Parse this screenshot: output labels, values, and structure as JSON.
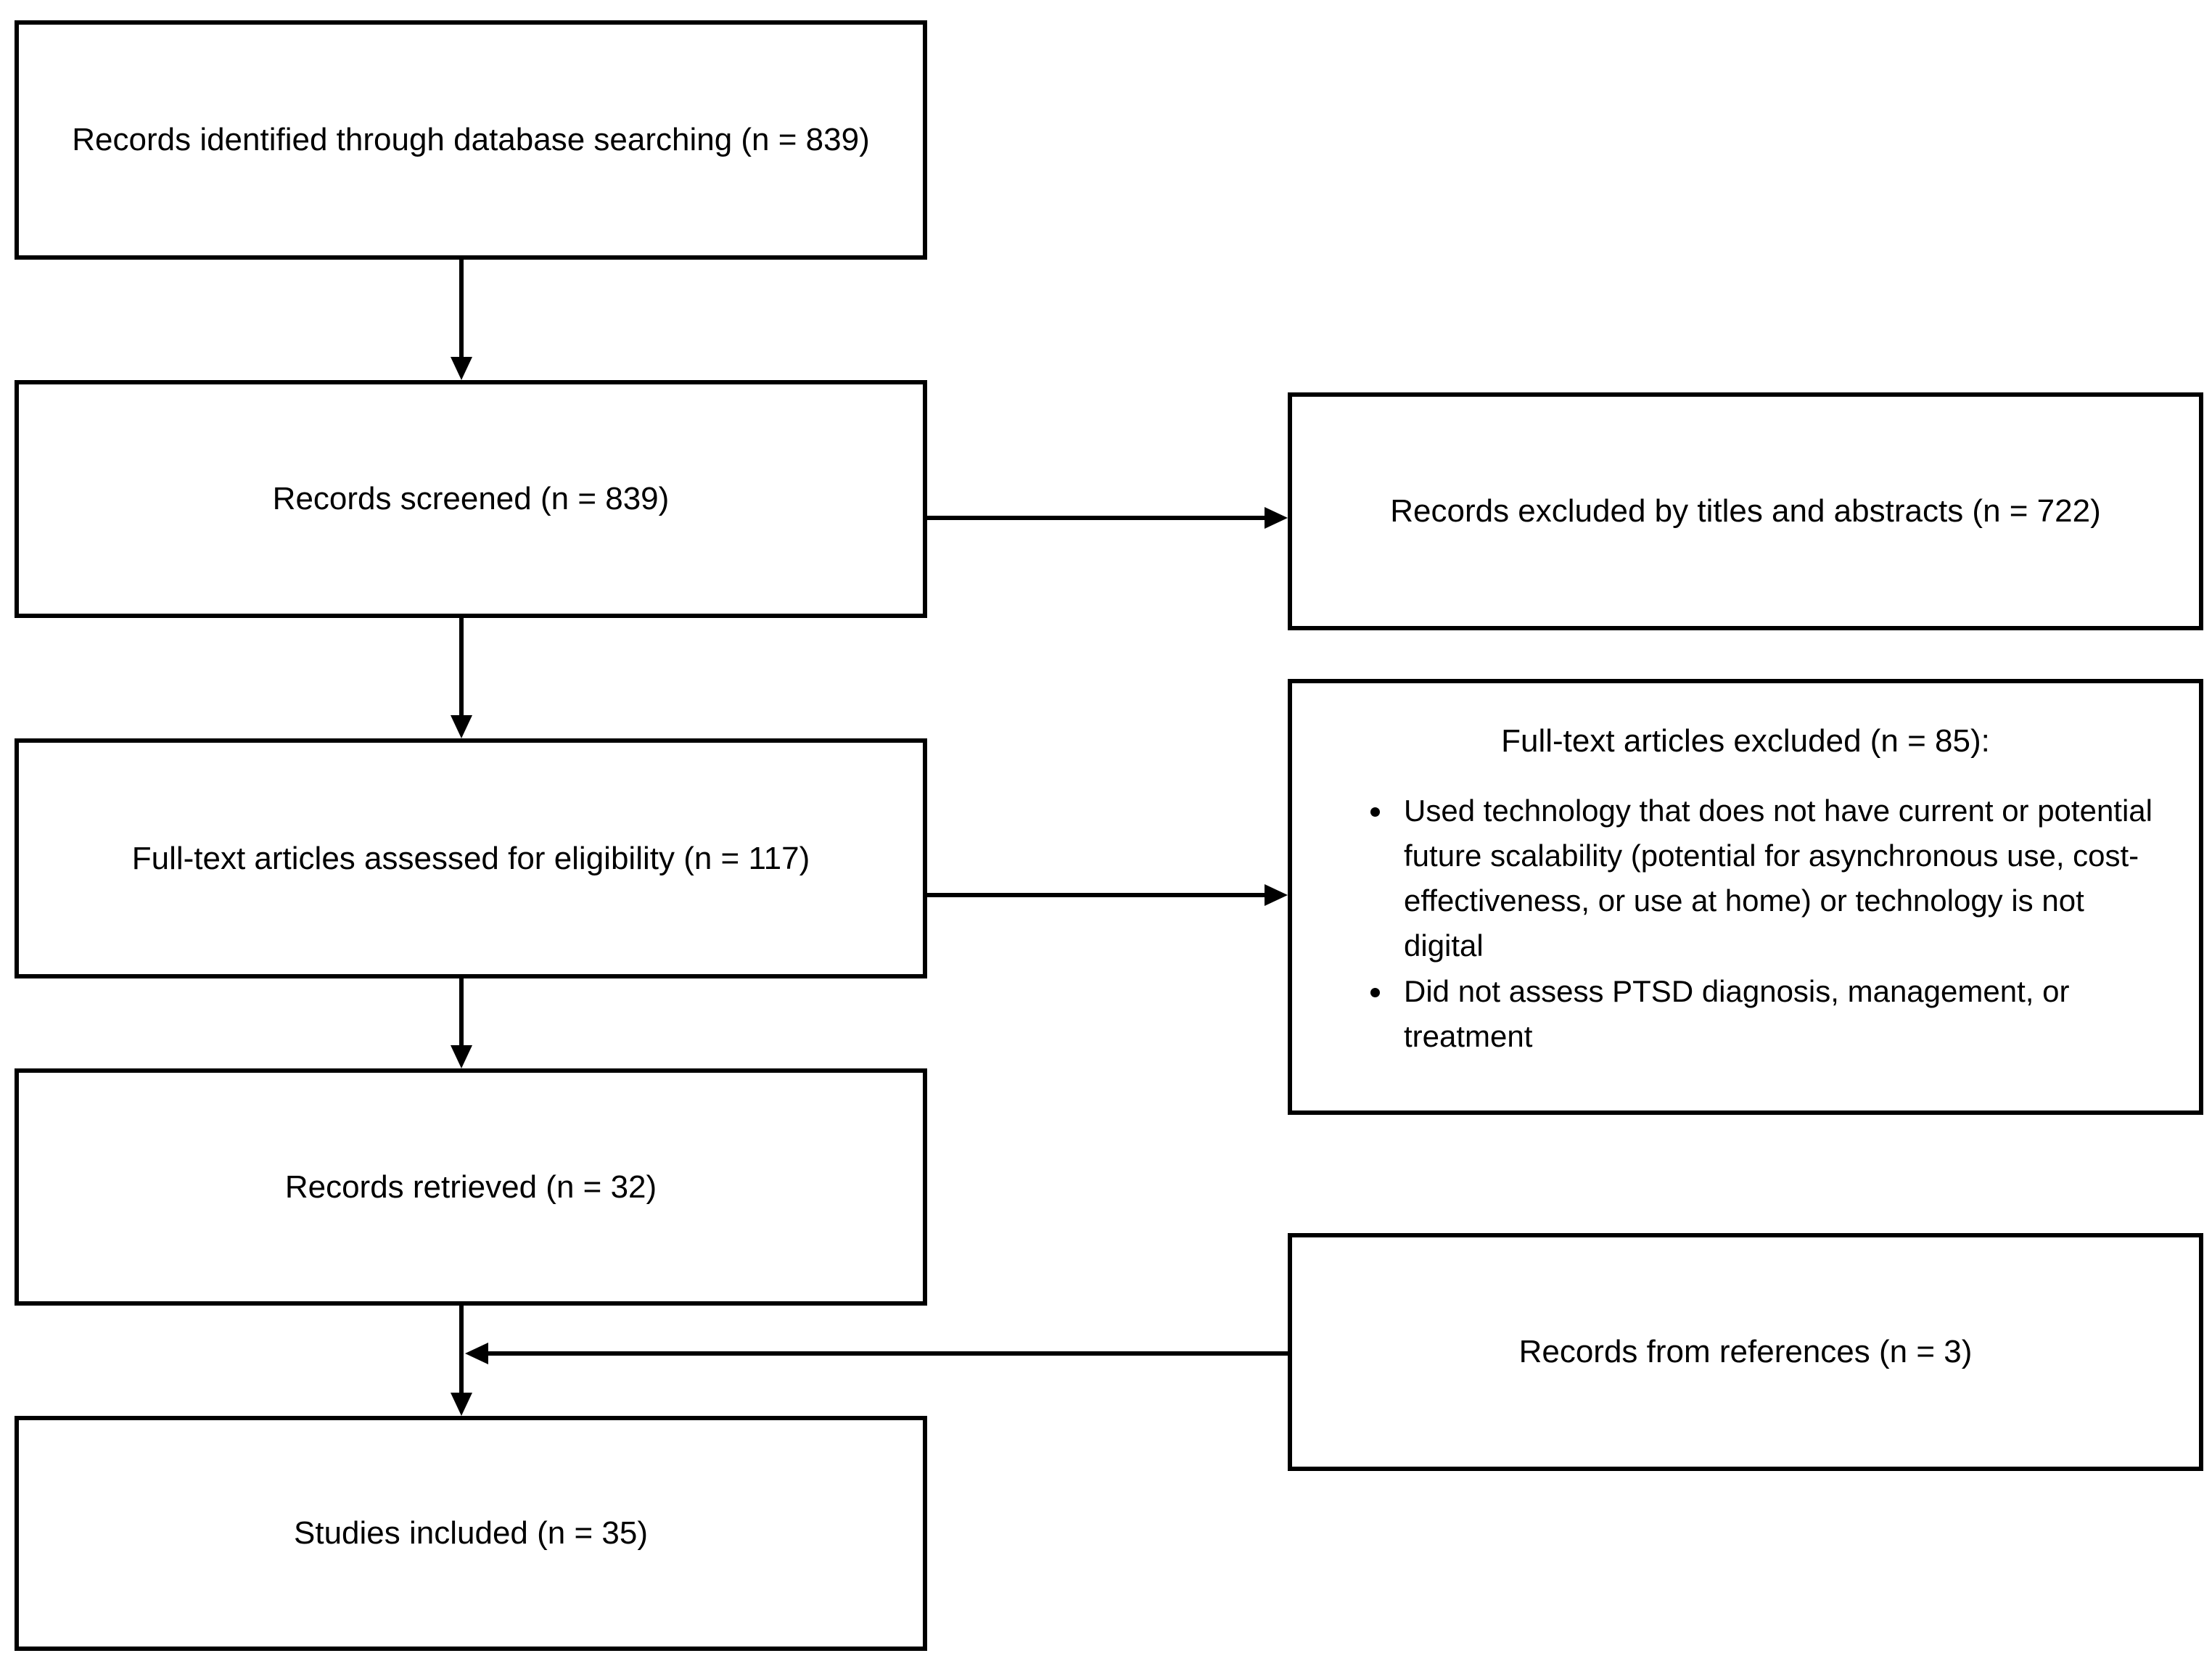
{
  "diagram": {
    "type": "prisma-flow",
    "colors": {
      "background": "#ffffff",
      "box_border": "#000000",
      "text": "#000000",
      "arrow": "#000000"
    },
    "left_boxes": [
      {
        "label": "Records identified through database searching (n = 839)"
      },
      {
        "label": "Records screened (n = 839)"
      },
      {
        "label": "Full-text articles assessed for eligibility (n = 117)"
      },
      {
        "label": "Records retrieved (n = 32)"
      },
      {
        "label": "Studies included (n = 35)"
      }
    ],
    "right_boxes": [
      {
        "label": "Records excluded by titles and abstracts (n = 722)"
      },
      {
        "heading": "Full-text articles excluded (n = 85):",
        "bullets": [
          "Used technology that does not have current or potential future scalability (potential for asynchronous use, cost-effectiveness, or use at home) or technology is not digital",
          "Did not assess PTSD diagnosis, management, or treatment"
        ]
      },
      {
        "label": "Records from references (n = 3)"
      }
    ]
  }
}
